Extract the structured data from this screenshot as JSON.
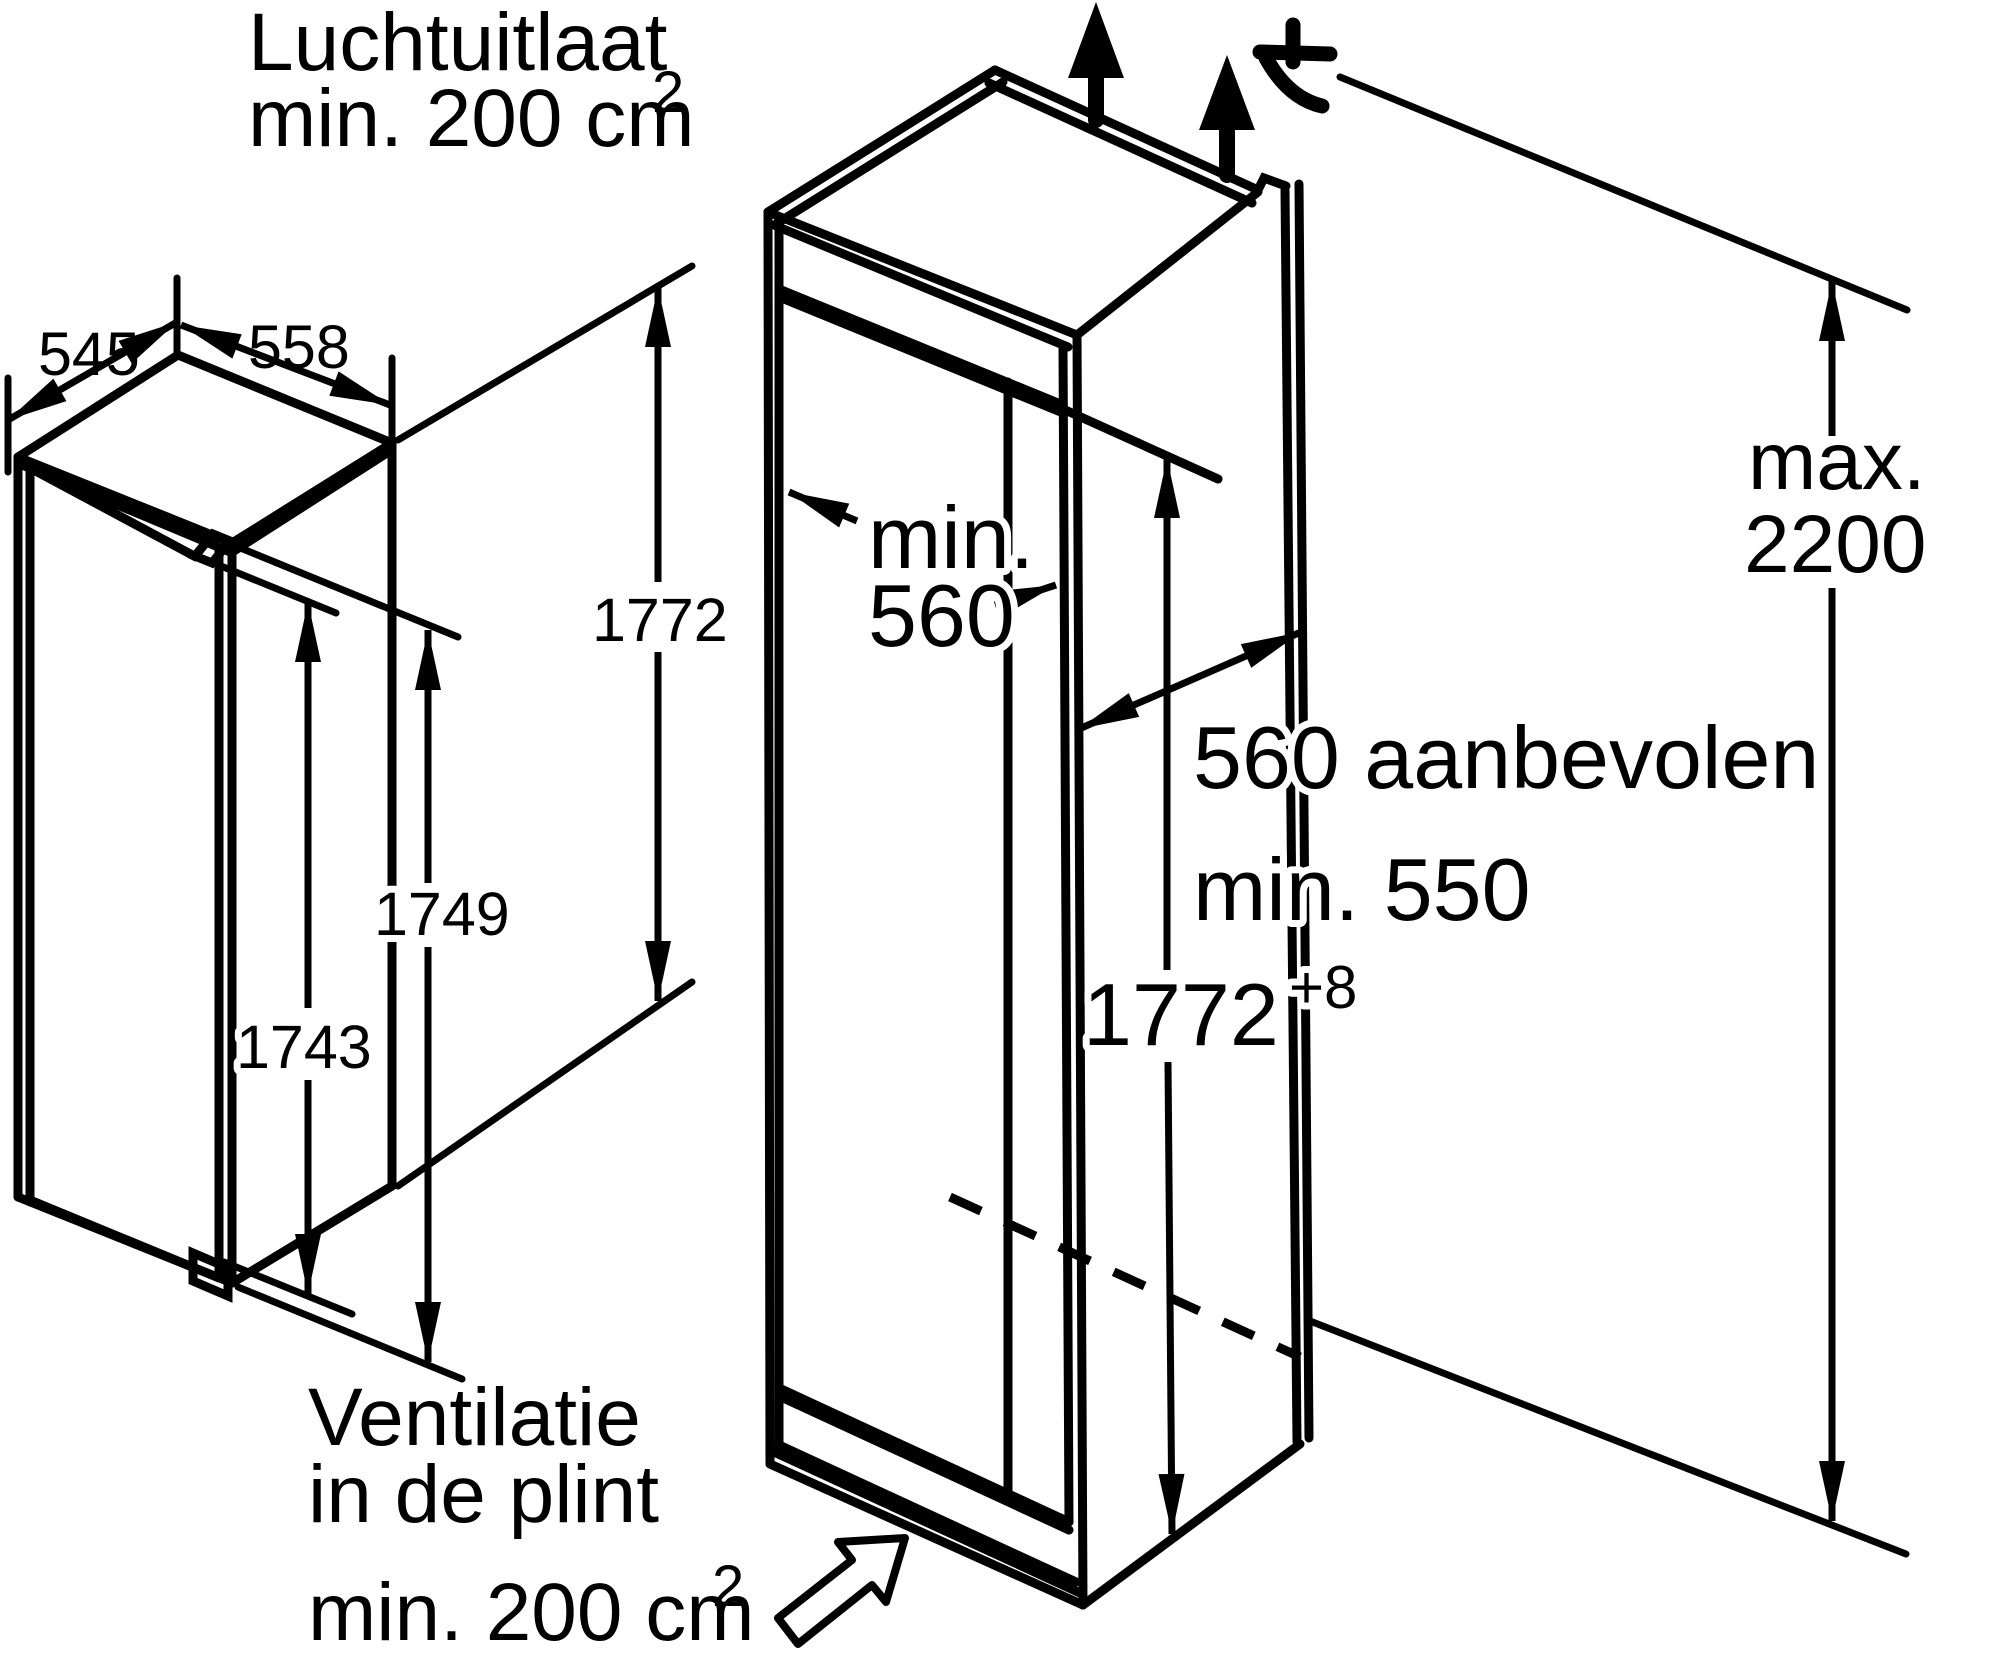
{
  "colors": {
    "line": "#000000",
    "background": "#ffffff"
  },
  "air_outlet_note": {
    "line1": "Luchtuitlaat",
    "line2": "min. 200 cm",
    "sup": "2"
  },
  "plinth_vent_note": {
    "line1": "Ventilatie",
    "line2": "in de plint",
    "line3": "min. 200 cm",
    "sup": "2"
  },
  "appliance_dims": {
    "depth": "545",
    "width": "558",
    "height": "1772",
    "hinge_height": "1749",
    "door_height": "1743"
  },
  "niche_dims": {
    "front_depth_label": "min.",
    "front_depth_value": "560",
    "inner_height": "1772",
    "inner_height_tolerance": "+8",
    "side_depth_recommended": "560 aanbevolen",
    "side_depth_min": "min. 550",
    "ceiling_label": "max.",
    "ceiling_value": "2200"
  },
  "icons": {
    "airflow_arrows": "up-arrow-icon",
    "power_cord": "power-cord-icon",
    "plinth_airflow": "outline-arrow-icon"
  }
}
